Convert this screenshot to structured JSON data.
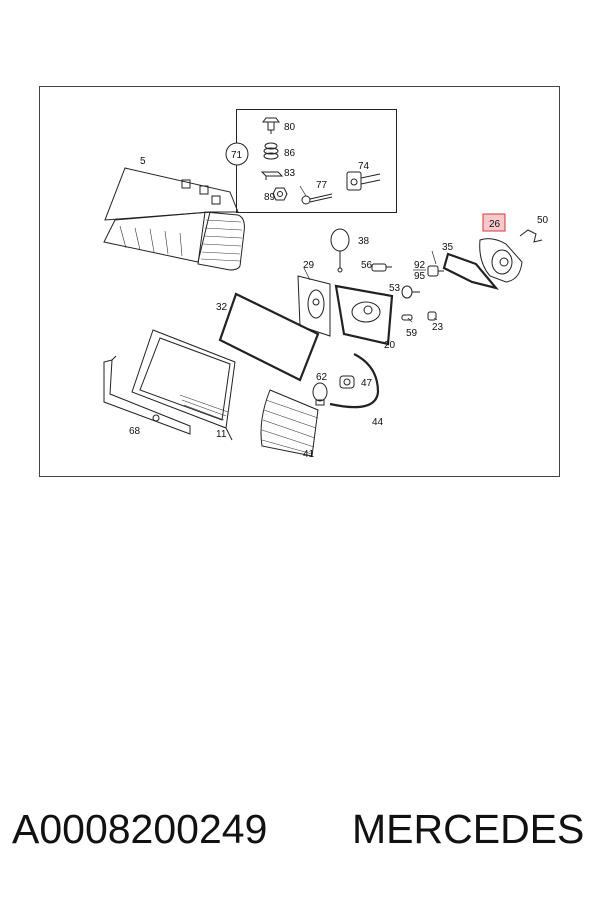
{
  "callouts": {
    "c80": "80",
    "c86": "86",
    "c83": "83",
    "c89": "89",
    "c71": "71",
    "c77": "77",
    "c74": "74",
    "c5": "5",
    "c38": "38",
    "c29": "29",
    "c56": "56",
    "c92": "92",
    "c95": "95",
    "c35": "35",
    "c26": "26",
    "c50": "50",
    "c53": "53",
    "c32": "32",
    "c59": "59",
    "c23": "23",
    "c20": "20",
    "c62": "62",
    "c47": "47",
    "c44": "44",
    "c68": "68",
    "c11": "11",
    "c41": "41"
  },
  "highlighted_callout": "26",
  "colors": {
    "highlight_fill": "#f6c9cc",
    "highlight_stroke": "#d9343c",
    "frame": "#444444"
  },
  "footer": {
    "part_number": "A0008200249",
    "brand": "MERCEDES"
  }
}
